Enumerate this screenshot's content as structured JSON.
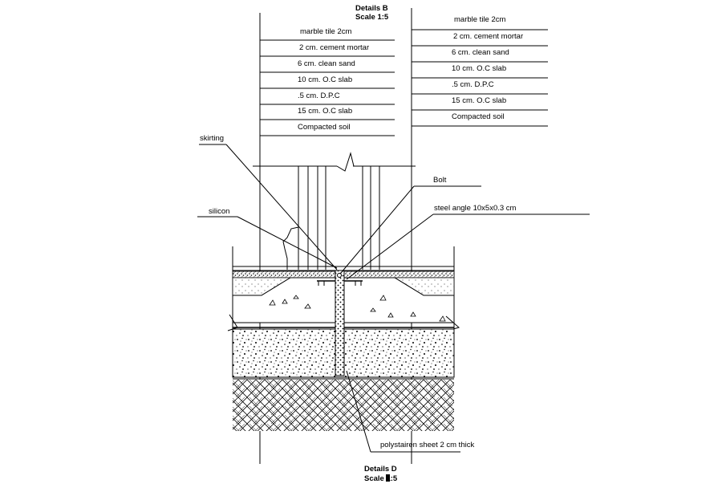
{
  "title": {
    "top_line1": "Details B",
    "top_line2": "Scale  1:5",
    "bottom_line1": "Details D",
    "bottom_line2": "Scale  1:5"
  },
  "left_layers": [
    "marble tile 2cm",
    "2 cm. cement mortar",
    "6 cm. clean sand",
    "10 cm. O.C slab",
    ".5 cm. D.P.C",
    "15 cm. O.C slab",
    "Compacted soil"
  ],
  "right_layers": [
    "marble tile 2cm",
    "2 cm. cement mortar",
    "6 cm. clean sand",
    "10 cm. O.C slab",
    ".5 cm. D.P.C",
    "15 cm. O.C slab",
    "Compacted soil"
  ],
  "callouts": {
    "skirting": "skirting",
    "silicon": "silicon",
    "bolt": "Bolt",
    "steel_angle": "steel angle 10x5x0.3 cm",
    "polystyrene": "polystairen sheet 2 cm thick"
  }
}
